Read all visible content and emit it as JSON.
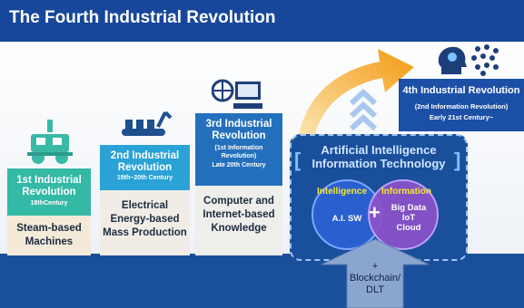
{
  "title": "The Fourth Industrial Revolution",
  "step1": {
    "line1": "1st Industrial",
    "line2": "Revolution",
    "century": "18thCentury",
    "body1": "Steam-based",
    "body2": "Machines"
  },
  "step2": {
    "line1": "2nd Industrial",
    "line2": "Revolution",
    "century": "19th~20th Century",
    "body1": "Electrical",
    "body2": "Energy-based",
    "body3": "Mass Production"
  },
  "step3": {
    "line1": "3rd Industrial",
    "line2": "Revolution",
    "sub1": "(1st Information",
    "sub2": "Revolution)",
    "century": "Late 20th Century",
    "body1": "Computer and",
    "body2": "Internet-based",
    "body3": "Knowledge"
  },
  "step4": {
    "line1": "4th Industrial Revolution",
    "sub": "(2nd Information Revolution)",
    "century": "Early 21st Century~"
  },
  "ai": {
    "line1": "Artificial Intelligence",
    "line2": "Information Technology"
  },
  "intelligence": {
    "label": "Intelligence",
    "body": "A.I. SW"
  },
  "information": {
    "label": "Information",
    "body1": "Big Data",
    "body2": "IoT",
    "body3": "Cloud"
  },
  "plus": "+",
  "blockchain": {
    "plus": "+",
    "line1": "Blockchain/",
    "line2": "DLT"
  },
  "colors": {
    "header": "#16479a",
    "step1": "#33b9a6",
    "step2": "#2aa2d6",
    "step3": "#2470bd",
    "step4": "#1c4fa6",
    "arrow": "#f6a21c"
  }
}
